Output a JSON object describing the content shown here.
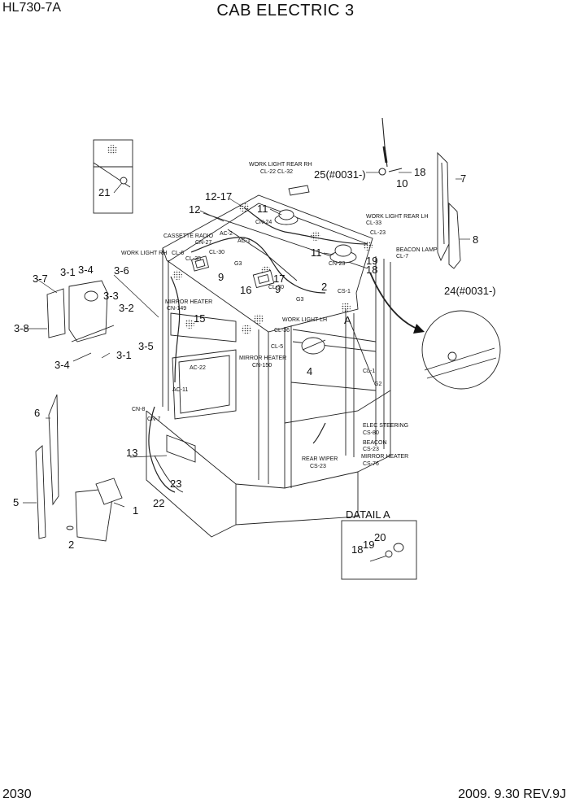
{
  "header": {
    "model": "HL730-7A",
    "title": "CAB ELECTRIC 3"
  },
  "footer": {
    "page_number": "2030",
    "date_revision": "2009. 9.30  REV.9J"
  },
  "detail": {
    "title": "DATAIL A"
  },
  "callouts": {
    "c1": "1",
    "c2": "2",
    "c2b": "2",
    "c3_1a": "3-1",
    "c3_1b": "3-1",
    "c3_2": "3-2",
    "c3_3": "3-3",
    "c3_4a": "3-4",
    "c3_4b": "3-4",
    "c3_5": "3-5",
    "c3_6": "3-6",
    "c3_7": "3-7",
    "c3_8": "3-8",
    "c4": "4",
    "c5": "5",
    "c6": "6",
    "c7": "7",
    "c8": "8",
    "c9a": "9",
    "c9b": "9",
    "c10": "10",
    "c11a": "11",
    "c11b": "11",
    "c12": "12",
    "c12_17": "12-17",
    "c13": "13",
    "c15": "15",
    "c16": "16",
    "c17": "17",
    "c18a": "18",
    "c18b": "18",
    "c18c": "18",
    "c19a": "19",
    "c19b": "19",
    "c20": "20",
    "c21": "21",
    "c22": "22",
    "c23": "23",
    "c24": "24(#0031-)",
    "c25": "25(#0031-)",
    "cA": "A"
  },
  "labels": {
    "work_light_rear_rh": "WORK LIGHT REAR RH",
    "cl22_cl32": "CL-22  CL-32",
    "work_light_rear_lh": "WORK LIGHT REAR LH",
    "cl33": "CL-33",
    "cl23": "CL-23",
    "beacon_lamp": "BEACON LAMP",
    "cl7": "CL-7",
    "cn24": "CN-24",
    "cassette_radio": "CASSETTE RADIO",
    "cn27": "CN-27",
    "ac2": "AC-2",
    "ac1": "AC-1",
    "work_light_rh": "WORK LIGHT RH",
    "cl6": "CL-6",
    "cl35": "CL-35",
    "cl30a": "CL-30",
    "cl30b": "CL-30",
    "g3a": "G3",
    "g3b": "G3",
    "cn23": "CN-23",
    "mirror_heater_149": "MIRROR HEATER",
    "cn149": "CN-149",
    "work_light_lh": "WORK LIGHT LH",
    "cl36": "CL-36",
    "cl5": "CL-5",
    "cs1": "CS-1",
    "mirror_heater_150": "MIRROR HEATER",
    "cn150": "CN-150",
    "ac22": "AC-22",
    "ac11": "AC-11",
    "cl1": "CL-1",
    "g2": "G2",
    "cn8": "CN-8",
    "cn7": "CN-7",
    "elec_steering": "ELEC STEERING",
    "cs80": "CS-80",
    "beacon": "BEACON",
    "cs23a": "CS-23",
    "mirror_heater_cs76": "MIRROR HEATER",
    "cs76": "CS-76",
    "rear_wiper": "REAR WIPER",
    "cs23b": "CS-23"
  }
}
